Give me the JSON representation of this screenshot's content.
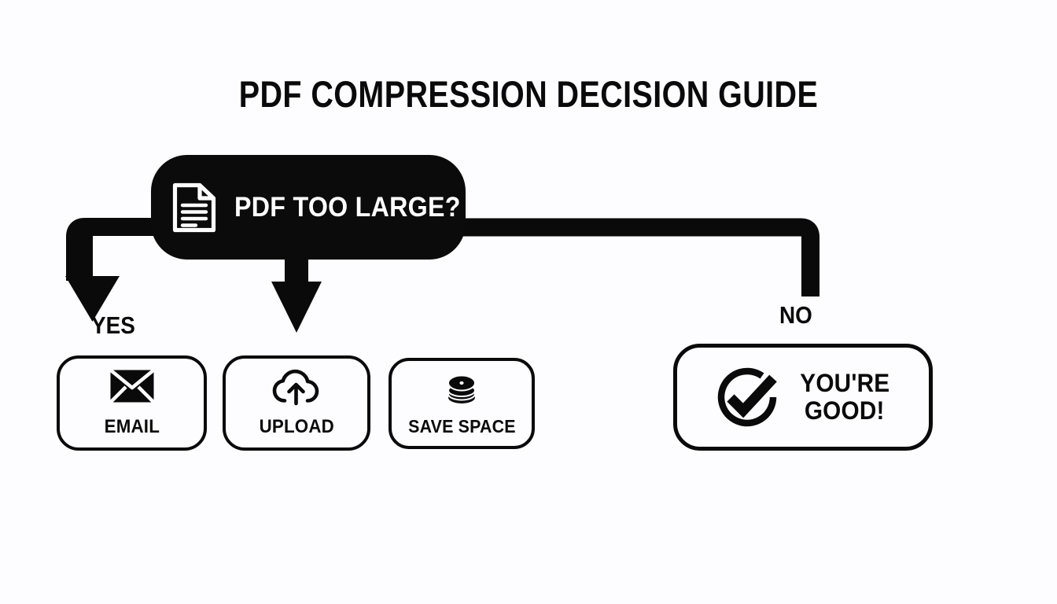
{
  "diagram": {
    "title": "PDF COMPRESSION DECISION GUIDE",
    "background_color": "#fdfdff",
    "ink_color": "#0a0a0a",
    "node_fill_color": "#0b0b0b",
    "node_text_color": "#ffffff"
  },
  "decision": {
    "label": "PDF TOO LARGE?",
    "icon": "document-icon"
  },
  "branches": {
    "yes_label": "YES",
    "no_label": "NO"
  },
  "outcomes": [
    {
      "id": "email",
      "label": "EMAIL",
      "icon": "envelope-icon"
    },
    {
      "id": "upload",
      "label": "UPLOAD",
      "icon": "cloud-upload-icon"
    },
    {
      "id": "save",
      "label": "SAVE SPACE",
      "icon": "database-stack-icon"
    }
  ],
  "final": {
    "line1": "YOU'RE",
    "line2": "GOOD!",
    "icon": "check-circle-icon"
  },
  "chart_data": {
    "type": "diagram",
    "subtype": "flowchart-decision-tree",
    "title": "PDF COMPRESSION DECISION GUIDE",
    "nodes": [
      {
        "id": "decision",
        "text": "PDF TOO LARGE?",
        "shape": "rounded-rect-filled",
        "fill": "#0b0b0b"
      },
      {
        "id": "email",
        "text": "EMAIL",
        "shape": "rounded-rect-outline"
      },
      {
        "id": "upload",
        "text": "UPLOAD",
        "shape": "rounded-rect-outline"
      },
      {
        "id": "save",
        "text": "SAVE SPACE",
        "shape": "rounded-rect-outline"
      },
      {
        "id": "good",
        "text": "YOU'RE GOOD!",
        "shape": "rounded-rect-outline"
      }
    ],
    "edges": [
      {
        "from": "decision",
        "to": "email",
        "label": "YES",
        "style": "elbow-left-down-arrow"
      },
      {
        "from": "decision",
        "to": "upload",
        "label": "",
        "style": "straight-down-arrow"
      },
      {
        "from": "decision",
        "to": "good",
        "label": "NO",
        "style": "elbow-right-down"
      }
    ]
  }
}
